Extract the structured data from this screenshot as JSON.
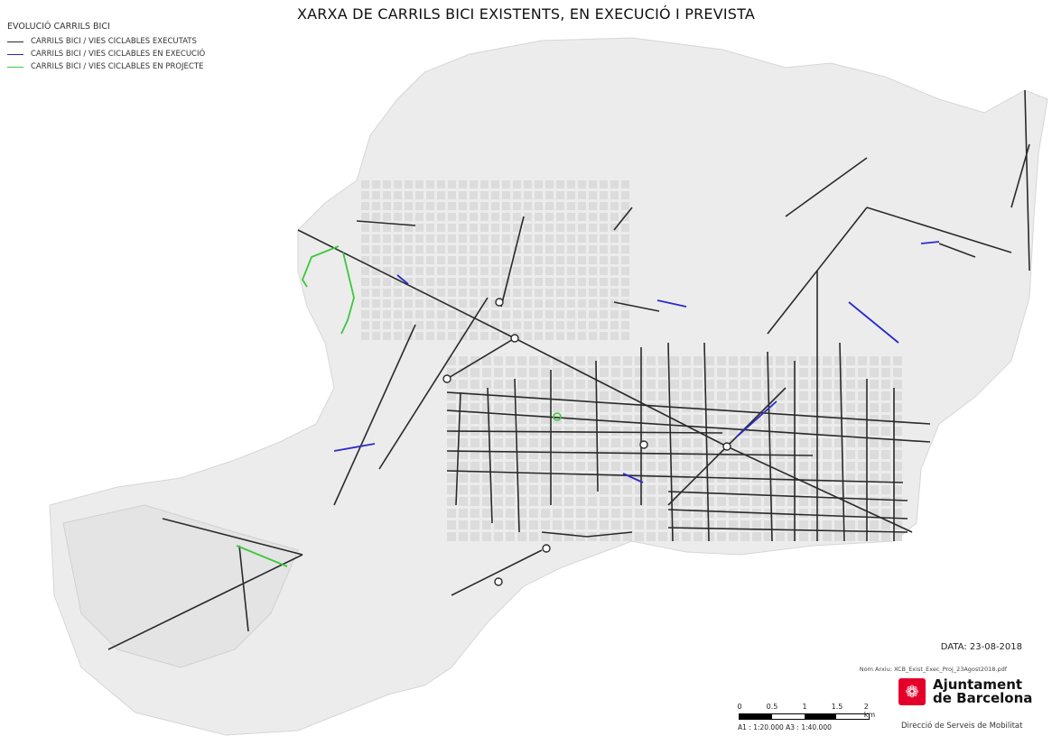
{
  "title": "XARXA DE CARRILS BICI EXISTENTS, EN EXECUCIÓ  I PREVISTA",
  "legend": {
    "title": "EVOLUCIÓ CARRILS BICI",
    "items": [
      {
        "label": "CARRILS BICI / VIES CICLABLES EXECUTATS",
        "color": "#2a2a2a"
      },
      {
        "label": "CARRILS BICI / VIES CICLABLES EN EXECUCIÓ",
        "color": "#2b2bc8"
      },
      {
        "label": "CARRILS BICI / VIES CICLABLES EN PROJECTE",
        "color": "#3cc83c"
      }
    ]
  },
  "info": {
    "date": "DATA: 23-08-2018",
    "file": "Nom Arxiu: XCB_Exist_Exec_Proj_23Agost2018.pdf"
  },
  "scale_bar": {
    "ticks": [
      "0",
      "0.5",
      "1",
      "1.5",
      "2 km"
    ],
    "ratio": "A1 : 1:20.000   A3 : 1:40.000"
  },
  "org": {
    "name_line1": "Ajuntament",
    "name_line2": "de Barcelona",
    "department": "Direcció de Serveis de Mobilitat"
  },
  "colors": {
    "land": "#ececec",
    "block": "#dcdcdc",
    "executed": "#2a2a2a",
    "in_execution": "#2b2bc8",
    "planned": "#3cc83c"
  }
}
